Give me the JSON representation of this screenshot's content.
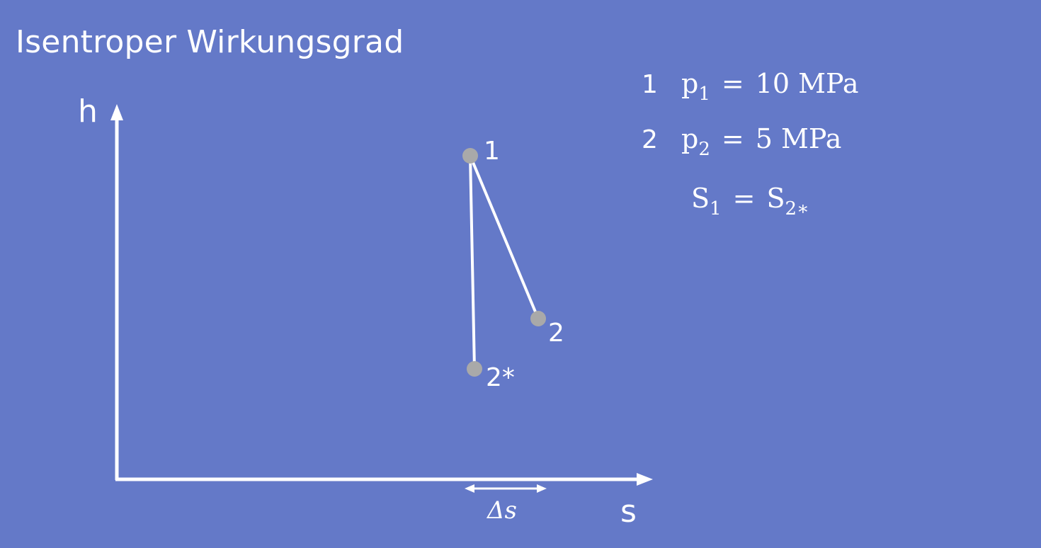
{
  "title": "Isentroper Wirkungsgrad",
  "diagram": {
    "y_axis_label": "h",
    "x_axis_label": "s",
    "delta_label": "Δs",
    "points": [
      {
        "id": "1",
        "label": "1"
      },
      {
        "id": "2",
        "label": "2"
      },
      {
        "id": "2star",
        "label": "2*"
      }
    ],
    "colors": {
      "background": "#6479c8",
      "lines": "#ffffff",
      "points": "#a9a9a9"
    }
  },
  "equations": [
    {
      "index": "1",
      "var": "p",
      "sub": "1",
      "op": "=",
      "value": "10 MPa"
    },
    {
      "index": "2",
      "var": "p",
      "sub": "2",
      "op": "=",
      "value": "5 MPa"
    }
  ],
  "entropy_equation": {
    "lhs_var": "S",
    "lhs_sub": "1",
    "op": "=",
    "rhs_var": "S",
    "rhs_sub": "2∗"
  }
}
